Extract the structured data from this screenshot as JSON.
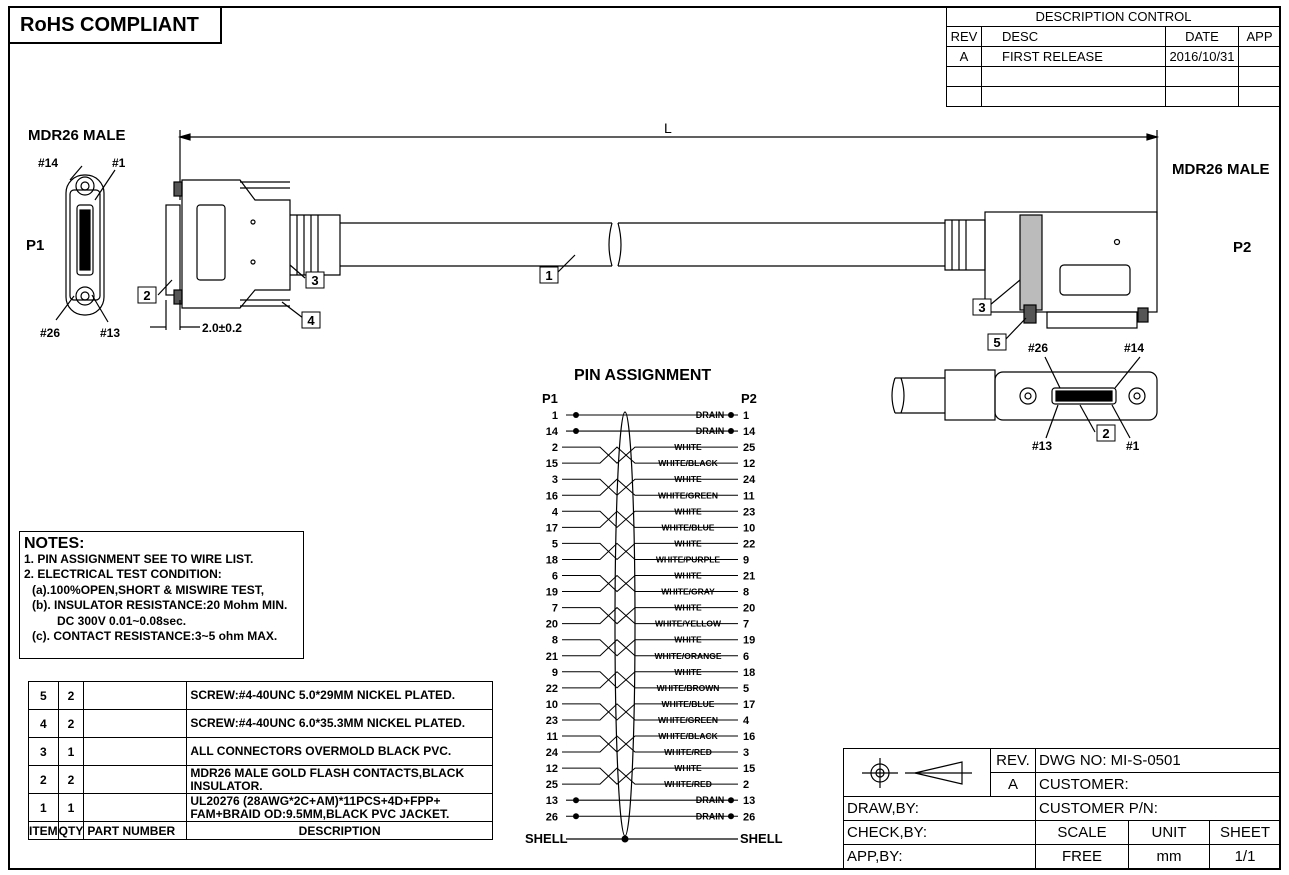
{
  "rohs": "RoHS COMPLIANT",
  "description_control": {
    "title": "DESCRIPTION  CONTROL",
    "headers": [
      "REV",
      "DESC",
      "DATE",
      "APP"
    ],
    "rows": [
      [
        "A",
        "FIRST RELEASE",
        "2016/10/31",
        ""
      ],
      [
        "",
        "",
        "",
        ""
      ],
      [
        "",
        "",
        "",
        ""
      ]
    ]
  },
  "drawing": {
    "p1_connector": "MDR26 MALE",
    "p2_connector": "MDR26 MALE",
    "p1": "P1",
    "p2": "P2",
    "length": "L",
    "pin14": "#14",
    "pin1": "#1",
    "pin26": "#26",
    "pin13": "#13",
    "dim": "2.0±0.2",
    "callouts": [
      "1",
      "2",
      "3",
      "4",
      "5"
    ]
  },
  "pin_assignment": {
    "title": "PIN   ASSIGNMENT",
    "p1": "P1",
    "p2": "P2",
    "shell_left": "SHELL",
    "shell_right": "SHELL",
    "rows": [
      {
        "p1": "1",
        "wire": "DRAIN",
        "p2": "1"
      },
      {
        "p1": "14",
        "wire": "DRAIN",
        "p2": "14"
      },
      {
        "p1": "2",
        "wire": "WHITE",
        "p2": "25"
      },
      {
        "p1": "15",
        "wire": "WHITE/BLACK",
        "p2": "12"
      },
      {
        "p1": "3",
        "wire": "WHITE",
        "p2": "24"
      },
      {
        "p1": "16",
        "wire": "WHITE/GREEN",
        "p2": "11"
      },
      {
        "p1": "4",
        "wire": "WHITE",
        "p2": "23"
      },
      {
        "p1": "17",
        "wire": "WHITE/BLUE",
        "p2": "10"
      },
      {
        "p1": "5",
        "wire": "WHITE",
        "p2": "22"
      },
      {
        "p1": "18",
        "wire": "WHITE/PURPLE",
        "p2": "9"
      },
      {
        "p1": "6",
        "wire": "WHITE",
        "p2": "21"
      },
      {
        "p1": "19",
        "wire": "WHITE/GRAY",
        "p2": "8"
      },
      {
        "p1": "7",
        "wire": "WHITE",
        "p2": "20"
      },
      {
        "p1": "20",
        "wire": "WHITE/YELLOW",
        "p2": "7"
      },
      {
        "p1": "8",
        "wire": "WHITE",
        "p2": "19"
      },
      {
        "p1": "21",
        "wire": "WHITE/ORANGE",
        "p2": "6"
      },
      {
        "p1": "9",
        "wire": "WHITE",
        "p2": "18"
      },
      {
        "p1": "22",
        "wire": "WHITE/BROWN",
        "p2": "5"
      },
      {
        "p1": "10",
        "wire": "WHITE/BLUE",
        "p2": "17"
      },
      {
        "p1": "23",
        "wire": "WHITE/GREEN",
        "p2": "4"
      },
      {
        "p1": "11",
        "wire": "WHITE/BLACK",
        "p2": "16"
      },
      {
        "p1": "24",
        "wire": "WHITE/RED",
        "p2": "3"
      },
      {
        "p1": "12",
        "wire": "WHITE",
        "p2": "15"
      },
      {
        "p1": "25",
        "wire": "WHITE/RED",
        "p2": "2"
      },
      {
        "p1": "13",
        "wire": "DRAIN",
        "p2": "13"
      },
      {
        "p1": "26",
        "wire": "DRAIN",
        "p2": "26"
      }
    ]
  },
  "notes": {
    "title": "NOTES:",
    "lines": [
      "1. PIN ASSIGNMENT SEE TO WIRE LIST.",
      "2. ELECTRICAL TEST CONDITION:",
      "(a).100%OPEN,SHORT & MISWIRE TEST,",
      "(b). INSULATOR RESISTANCE:20 Mohm MIN.",
      "DC 300V 0.01~0.08sec.",
      "(c). CONTACT RESISTANCE:3~5 ohm MAX."
    ]
  },
  "bom": {
    "headers": [
      "ITEM",
      "QTY",
      "PART NUMBER",
      "DESCRIPTION"
    ],
    "rows": [
      {
        "item": "5",
        "qty": "2",
        "part": "",
        "desc": "SCREW:#4-40UNC 5.0*29MM NICKEL PLATED."
      },
      {
        "item": "4",
        "qty": "2",
        "part": "",
        "desc": "SCREW:#4-40UNC 6.0*35.3MM NICKEL PLATED."
      },
      {
        "item": "3",
        "qty": "1",
        "part": "",
        "desc": "ALL CONNECTORS OVERMOLD BLACK PVC."
      },
      {
        "item": "2",
        "qty": "2",
        "part": "",
        "desc": "MDR26 MALE GOLD FLASH CONTACTS,BLACK INSULATOR."
      },
      {
        "item": "1",
        "qty": "1",
        "part": "",
        "desc": "UL20276 (28AWG*2C+AM)*11PCS+4D+FPP+ FAM+BRAID OD:9.5MM,BLACK PVC JACKET."
      }
    ]
  },
  "title_block": {
    "rev_label": "REV.",
    "rev_value": "A",
    "dwg_no": "DWG NO:  MI-S-0501",
    "customer": "CUSTOMER:",
    "draw_by": "DRAW,BY:",
    "customer_pn": "CUSTOMER P/N:",
    "check_by": "CHECK,BY:",
    "scale_label": "SCALE",
    "unit_label": "UNIT",
    "sheet_label": "SHEET",
    "app_by": "APP,BY:",
    "scale_value": "FREE",
    "unit_value": "mm",
    "sheet_value": "1/1"
  }
}
